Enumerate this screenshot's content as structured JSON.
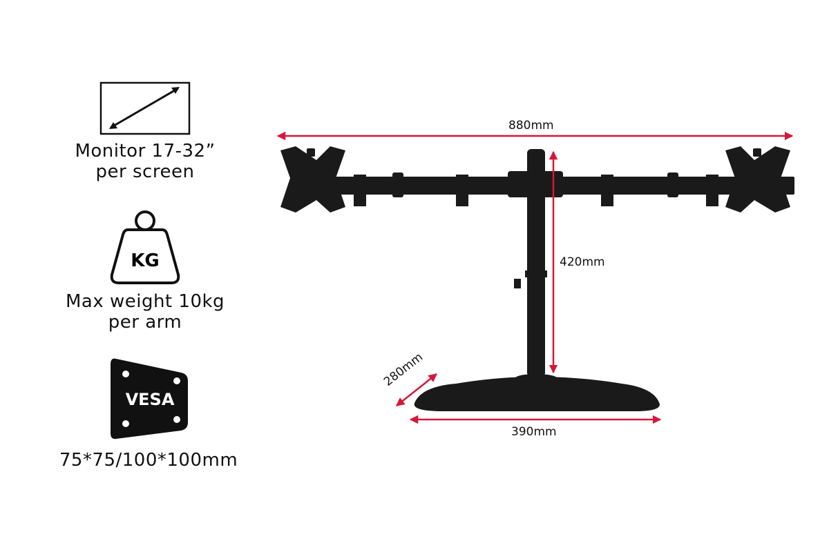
{
  "features": [
    {
      "icon": "screen-size-icon",
      "line1": "Monitor 17-32”",
      "line2": "per screen"
    },
    {
      "icon": "weight-icon",
      "icon_label": "KG",
      "line1": "Max weight 10kg",
      "line2": "per arm"
    },
    {
      "icon": "vesa-plate-icon",
      "icon_label": "VESA",
      "line1": "75*75/100*100mm"
    }
  ],
  "dimensions": {
    "width": "880mm",
    "height": "420mm",
    "base_depth": "280mm",
    "base_width": "390mm"
  },
  "colors": {
    "accent": "#d6173a",
    "product": "#1a1a1a"
  }
}
